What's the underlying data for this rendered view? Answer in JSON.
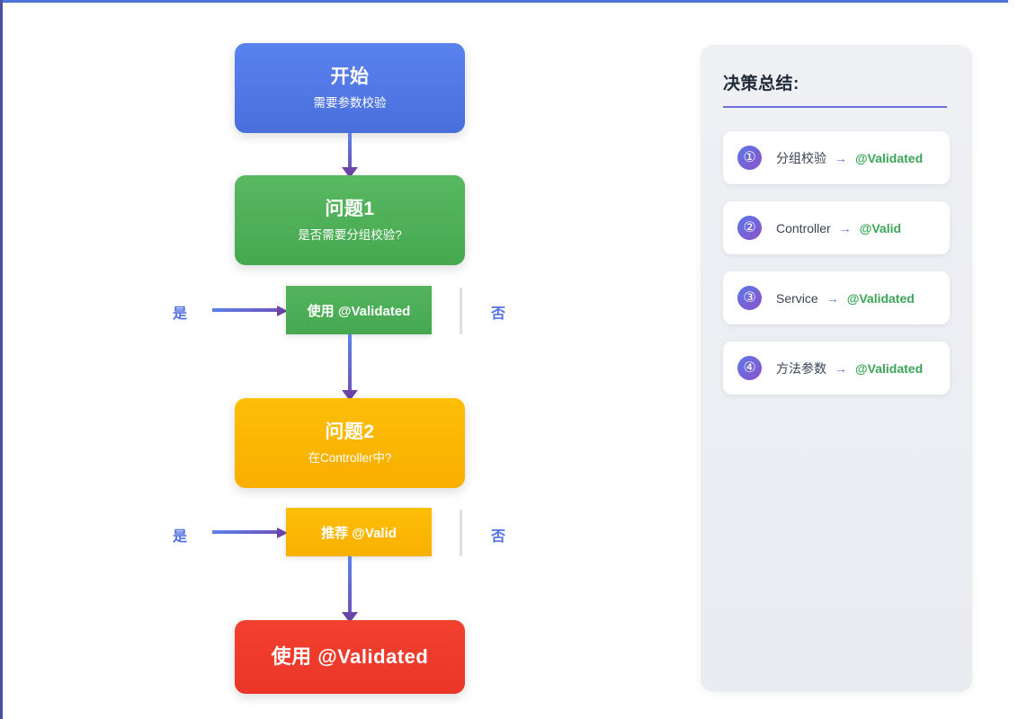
{
  "flow": {
    "nodes": [
      {
        "id": "start",
        "title": "开始",
        "subtitle": "需要参数校验",
        "color": "#4f72d6"
      },
      {
        "id": "question-1",
        "title": "问题1",
        "subtitle": "是否需要分组校验?",
        "color": "#4caf50"
      },
      {
        "id": "question-2",
        "title": "问题2",
        "subtitle": "在Controller中?",
        "color": "#fcb900"
      },
      {
        "id": "end",
        "title": "使用 @Validated",
        "subtitle": "",
        "color": "#ef3b30"
      }
    ],
    "chips": [
      {
        "id": "chip-validated",
        "label": "使用 @Validated",
        "color": "#4caf50"
      },
      {
        "id": "chip-valid",
        "label": "推荐 @Valid",
        "color": "#fcb900"
      }
    ],
    "branch_labels": {
      "yes_1": "是",
      "no_1": "否",
      "yes_2": "是",
      "no_2": "否"
    },
    "branch_label_color": "#5573e6",
    "connector_color": "#6b45a8"
  },
  "summary": {
    "title": "决策总结:",
    "accent": "#6b6fd6",
    "items": [
      {
        "badge": "①",
        "from": "分组校验",
        "arrow": "→",
        "to": "@Validated"
      },
      {
        "badge": "②",
        "from": "Controller",
        "arrow": "→",
        "to": "@Valid"
      },
      {
        "badge": "③",
        "from": "Service",
        "arrow": "→",
        "to": "@Validated"
      },
      {
        "badge": "④",
        "from": "方法参数",
        "arrow": "→",
        "to": "@Validated"
      }
    ]
  }
}
